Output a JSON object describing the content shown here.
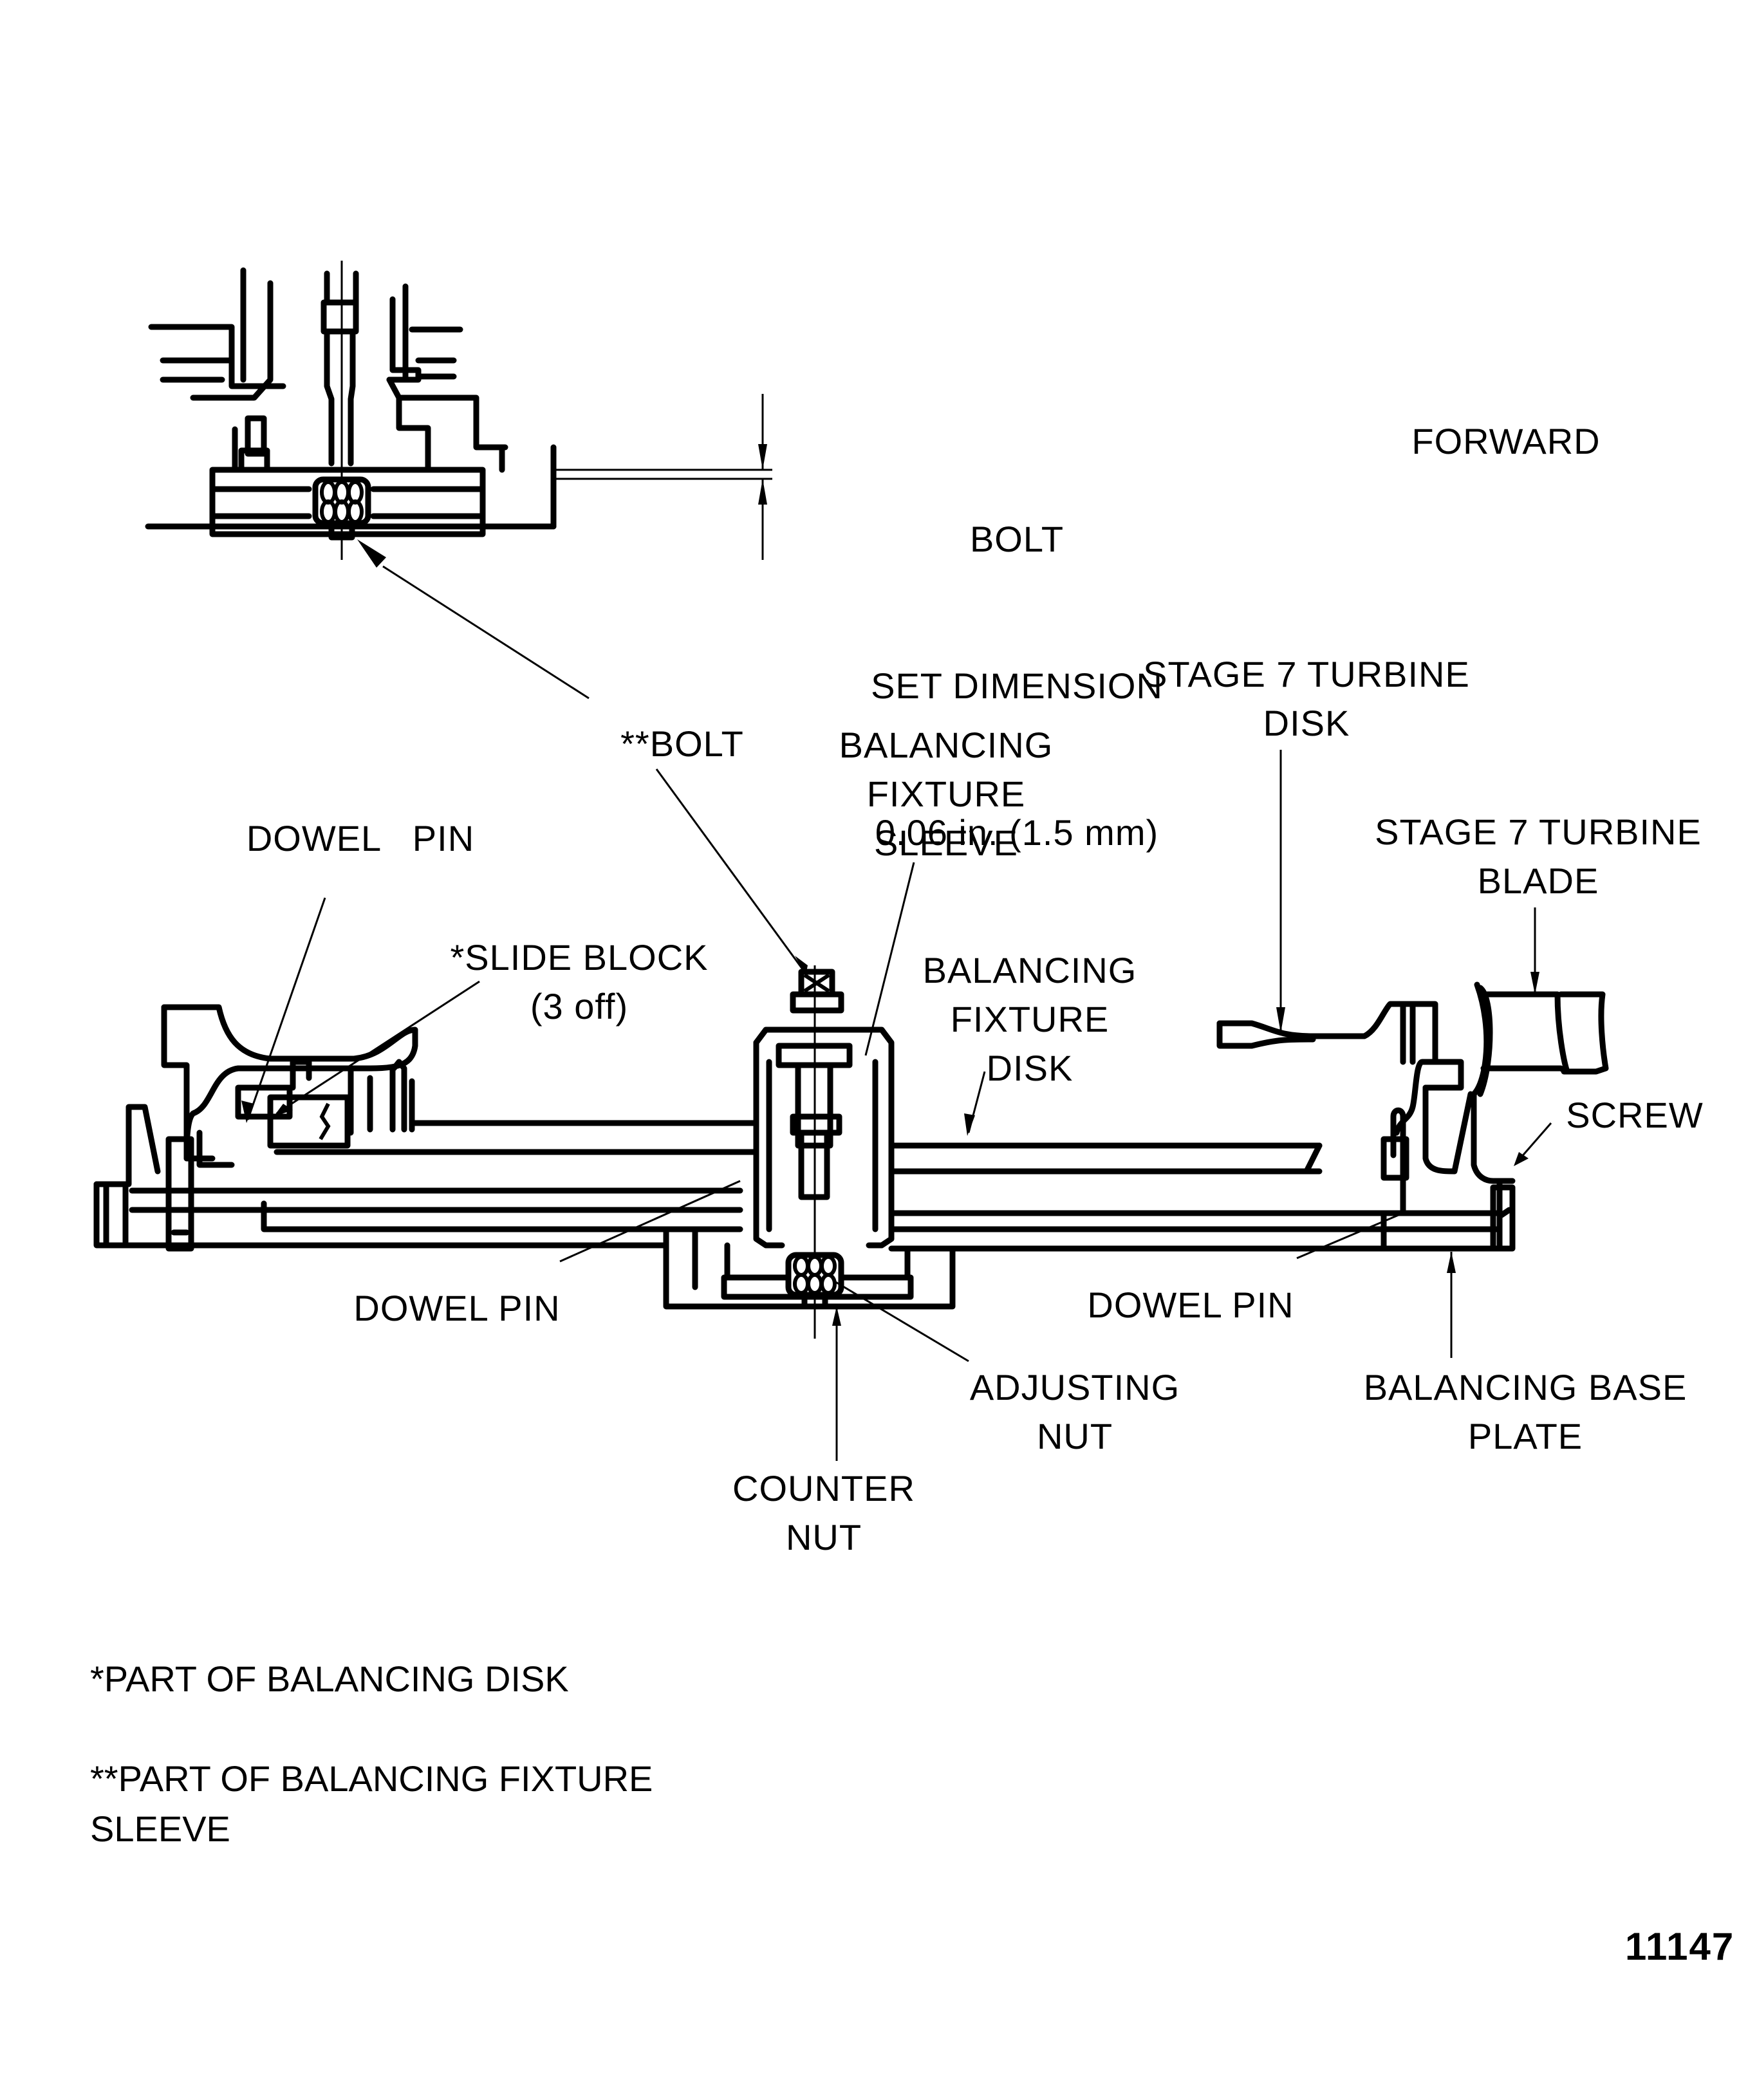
{
  "figure": {
    "number": "11147",
    "colors": {
      "ink": "#000000",
      "paper": "#ffffff"
    },
    "detail_view": {
      "dimension_label": [
        "BOLT",
        "SET DIMENSION",
        "0.06 in. (1.5 mm)"
      ],
      "direction_label": "FORWARD"
    },
    "callouts": {
      "bolt": "**BOLT",
      "balancing_fixture_sleeve": "BALANCING\nFIXTURE\nSLEEVE",
      "stage7_turbine_disk": "STAGE 7 TURBINE\nDISK",
      "stage7_turbine_blade": "STAGE 7 TURBINE\nBLADE",
      "dowel_pin_top": "DOWEL   PIN",
      "slide_block": "*SLIDE BLOCK\n(3 off)",
      "balancing_fixture_disk": "BALANCING\nFIXTURE\nDISK",
      "screw": "SCREW",
      "dowel_pin_left": "DOWEL PIN",
      "dowel_pin_right": "DOWEL PIN",
      "adjusting_nut": "ADJUSTING\nNUT",
      "balancing_base_plate": "BALANCING BASE\nPLATE",
      "counter_nut": "COUNTER\nNUT"
    },
    "footnotes": [
      "*PART OF BALANCING DISK",
      "**PART OF BALANCING FIXTURE\nSLEEVE"
    ]
  }
}
